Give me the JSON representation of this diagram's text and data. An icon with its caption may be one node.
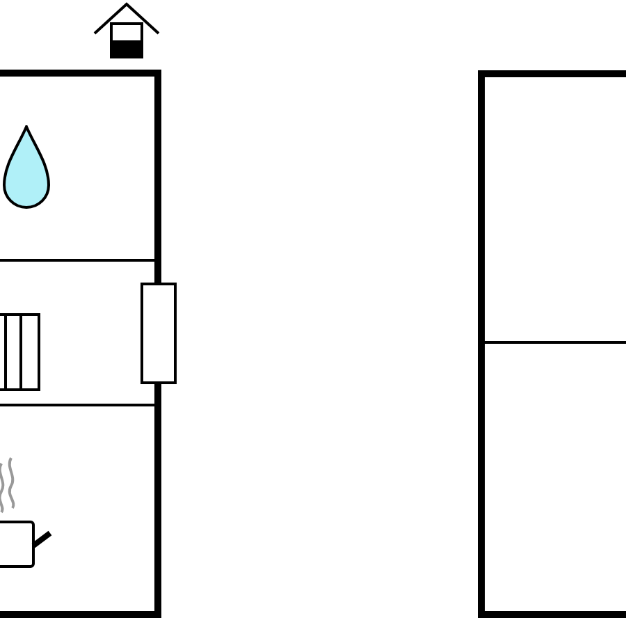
{
  "diagram": {
    "nodes": [
      {
        "text": [],
        "shape": "picture"
      },
      {
        "text": [],
        "shape": "box"
      },
      {
        "text": [],
        "shape": "picture",
        "in": 1
      },
      {
        "text": [],
        "shape": "picture",
        "in": 1
      },
      {
        "text": [],
        "shape": "box"
      },
      {
        "text": [],
        "shape": "picture",
        "in": 1
      },
      {
        "text": [],
        "shape": "box"
      }
    ]
  }
}
